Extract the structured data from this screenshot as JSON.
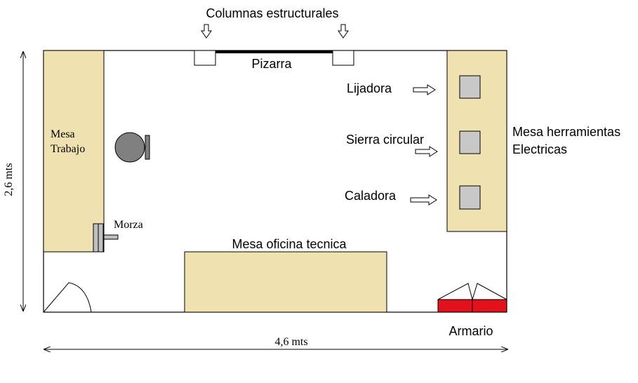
{
  "labels": {
    "columns": "Columnas estructurales",
    "board": "Pizarra",
    "sander": "Lijadora",
    "circular_saw": "Sierra circular",
    "jigsaw": "Caladora",
    "power_tools_table_line1": "Mesa herramientas",
    "power_tools_table_line2": "Electricas",
    "work_table_line1": "Mesa",
    "work_table_line2": "Trabajo",
    "vise": "Morza",
    "office_table": "Mesa oficina tecnica",
    "cabinet": "Armario",
    "width_dim": "4,6 mts",
    "height_dim": "2,6 mts"
  },
  "colors": {
    "table_fill": "#efe2b0",
    "tool_fill": "#c8c8c8",
    "stool_fill": "#808080",
    "cabinet_fill": "#e3111b",
    "wall": "#000000"
  }
}
